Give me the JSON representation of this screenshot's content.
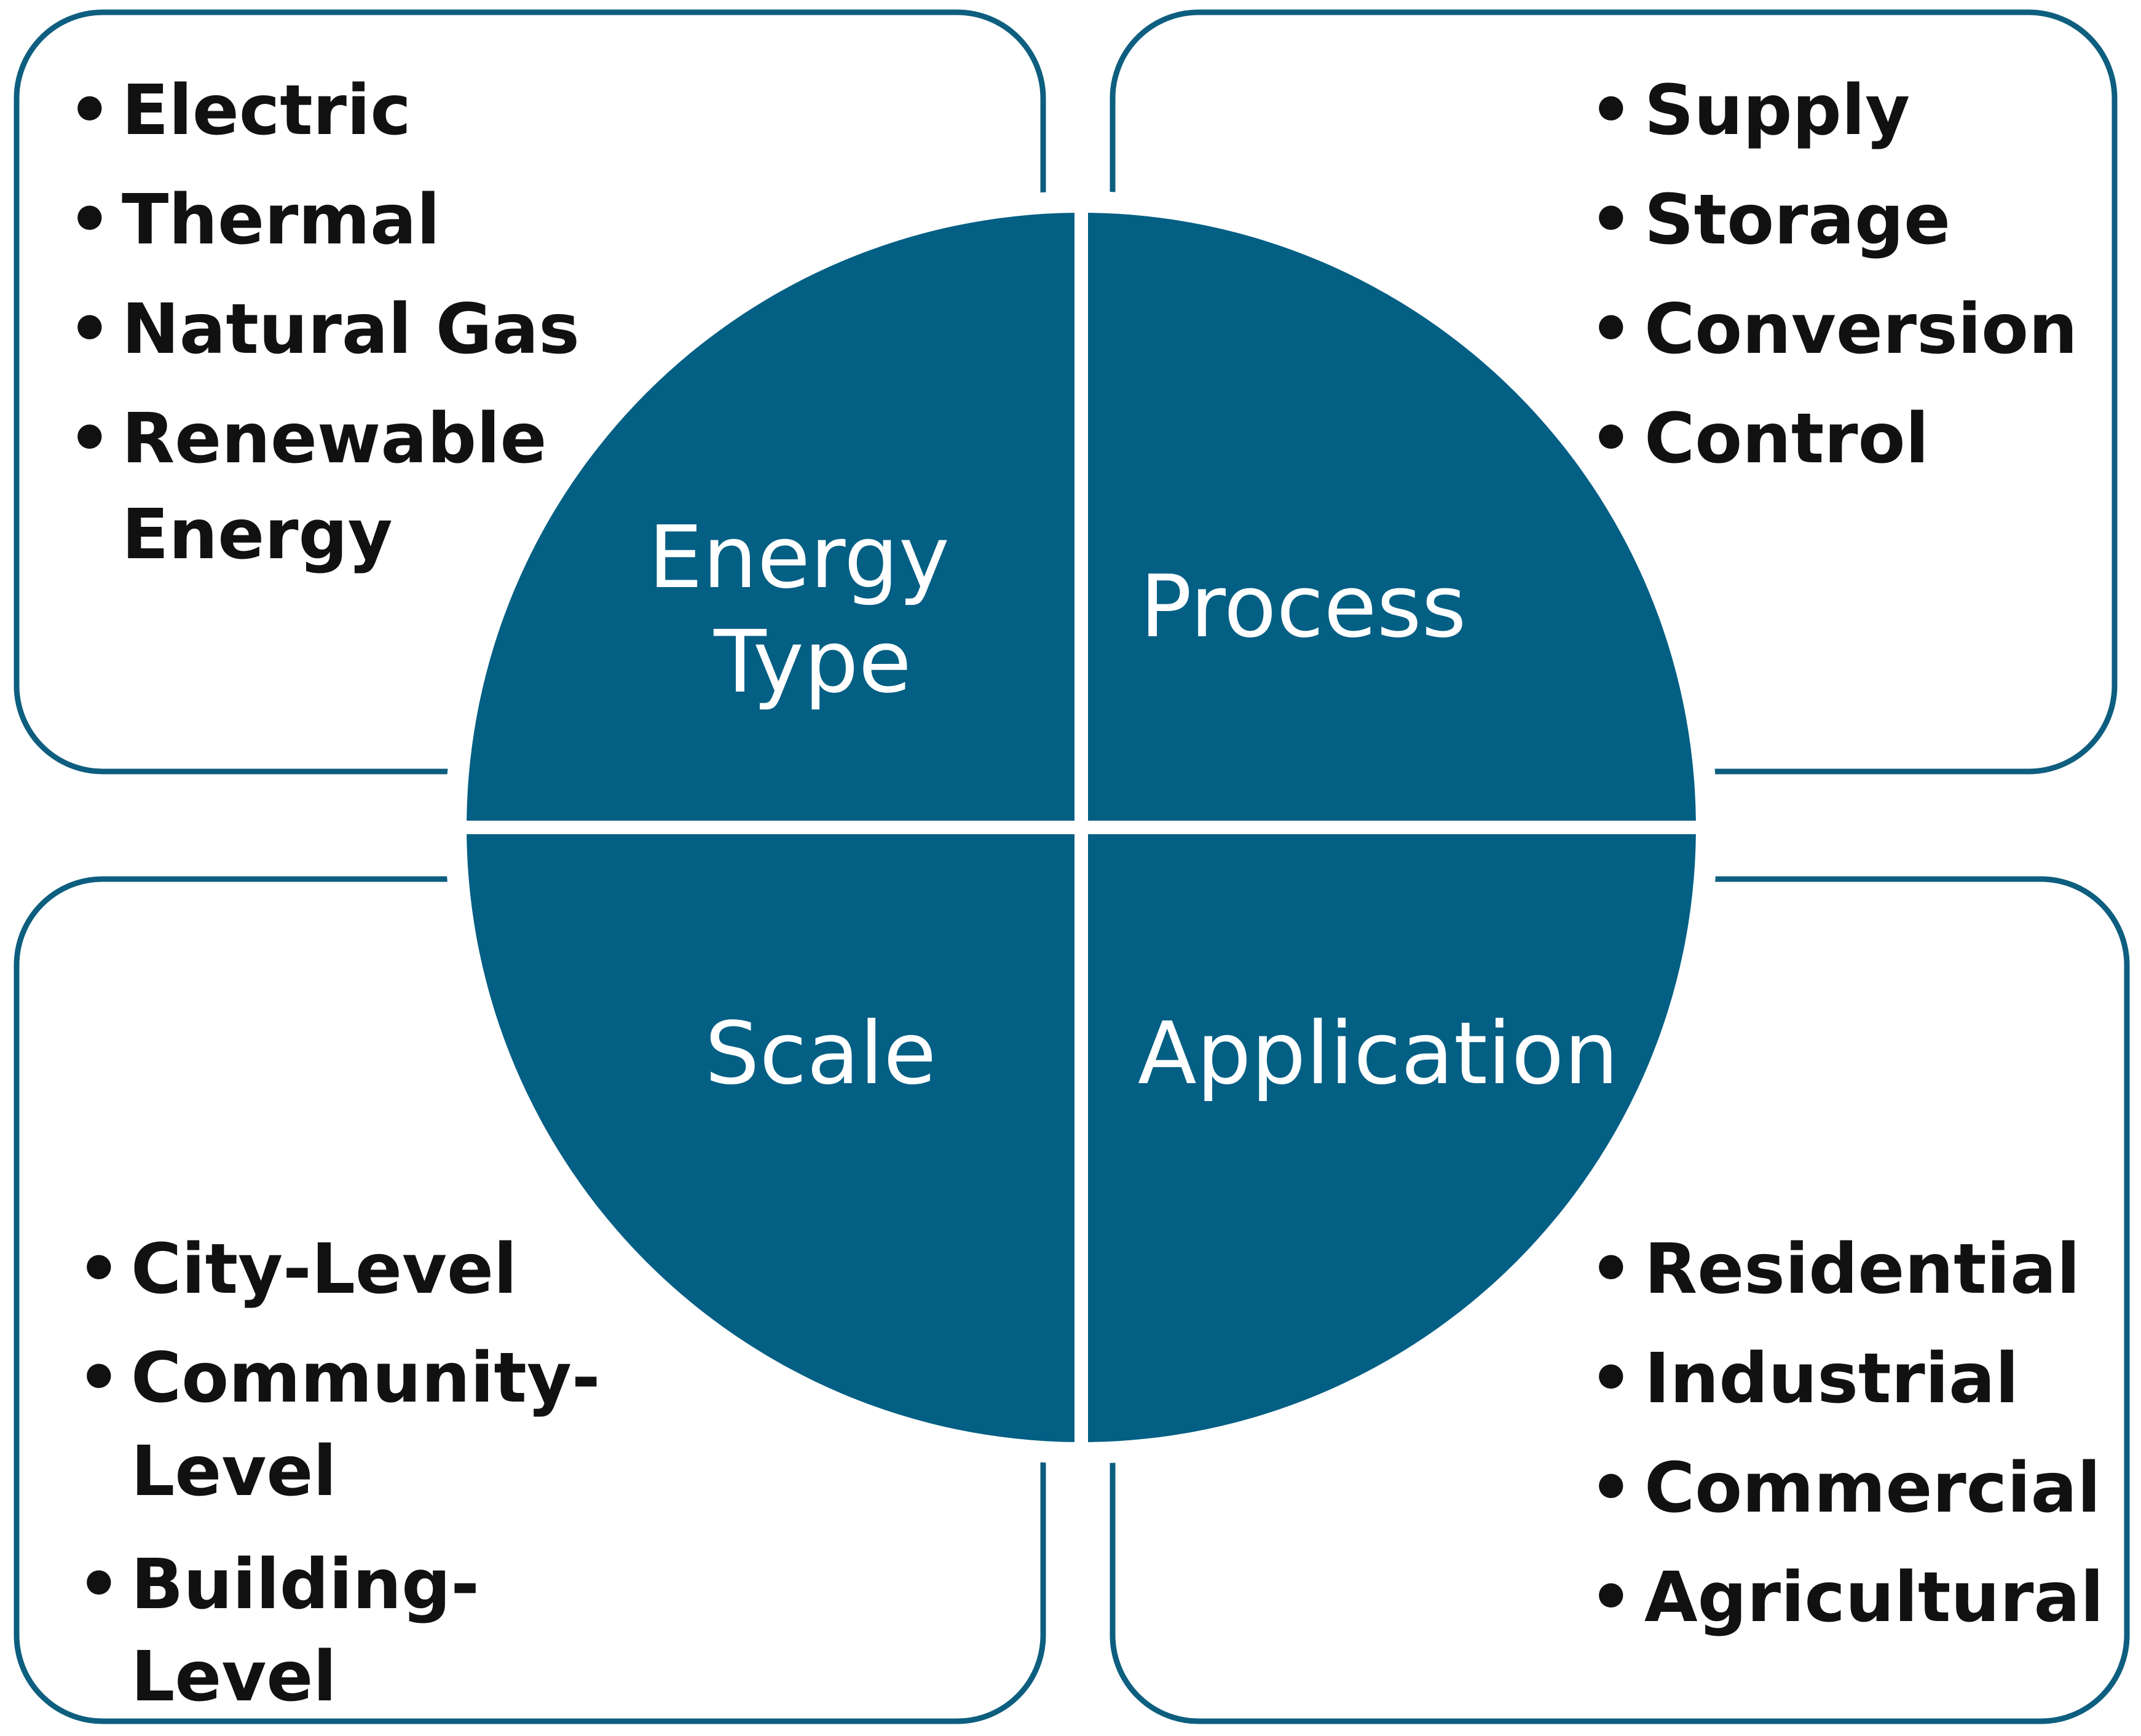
{
  "colors": {
    "circle_fill": "#035f84",
    "box_stroke": "#0d5e7f",
    "quadrant_text": "#ffffff",
    "bullet_text": "#111111",
    "background": "#ffffff"
  },
  "quadrants": {
    "top_left": {
      "label_lines": [
        "Energy",
        "Type"
      ],
      "bullets": [
        {
          "lines": [
            "Electric"
          ]
        },
        {
          "lines": [
            "Thermal"
          ]
        },
        {
          "lines": [
            "Natural Gas"
          ]
        },
        {
          "lines": [
            "Renewable",
            "Energy"
          ]
        }
      ]
    },
    "top_right": {
      "label_lines": [
        "Process"
      ],
      "bullets": [
        {
          "lines": [
            "Supply"
          ]
        },
        {
          "lines": [
            "Storage"
          ]
        },
        {
          "lines": [
            "Conversion"
          ]
        },
        {
          "lines": [
            "Control"
          ]
        }
      ]
    },
    "bottom_left": {
      "label_lines": [
        "Scale"
      ],
      "bullets": [
        {
          "lines": [
            "City-Level"
          ]
        },
        {
          "lines": [
            "Community-",
            "Level"
          ]
        },
        {
          "lines": [
            "Building-",
            "Level"
          ]
        }
      ]
    },
    "bottom_right": {
      "label_lines": [
        "Application"
      ],
      "bullets": [
        {
          "lines": [
            "Residential"
          ]
        },
        {
          "lines": [
            "Industrial"
          ]
        },
        {
          "lines": [
            "Commercial"
          ]
        },
        {
          "lines": [
            "Agricultural"
          ]
        }
      ]
    }
  },
  "bullet_glyph": "•"
}
